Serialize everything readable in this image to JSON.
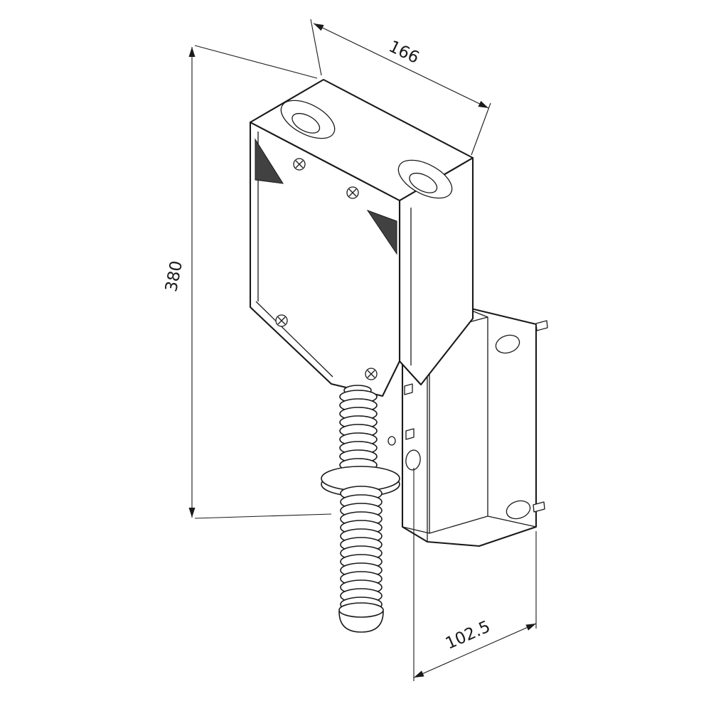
{
  "page": {
    "background": "#ffffff"
  },
  "drawing": {
    "type": "isometric-technical-drawing",
    "subject": "wall-mounted housing with coil spring and mounting bracket",
    "line_color": "#1a1a1a",
    "dimensions": {
      "width": {
        "label": "166",
        "orientation": "top-isometric-axis"
      },
      "height": {
        "label": "380",
        "orientation": "vertical-left"
      },
      "depth": {
        "label": "102.5",
        "orientation": "bottom-isometric-axis"
      }
    }
  }
}
